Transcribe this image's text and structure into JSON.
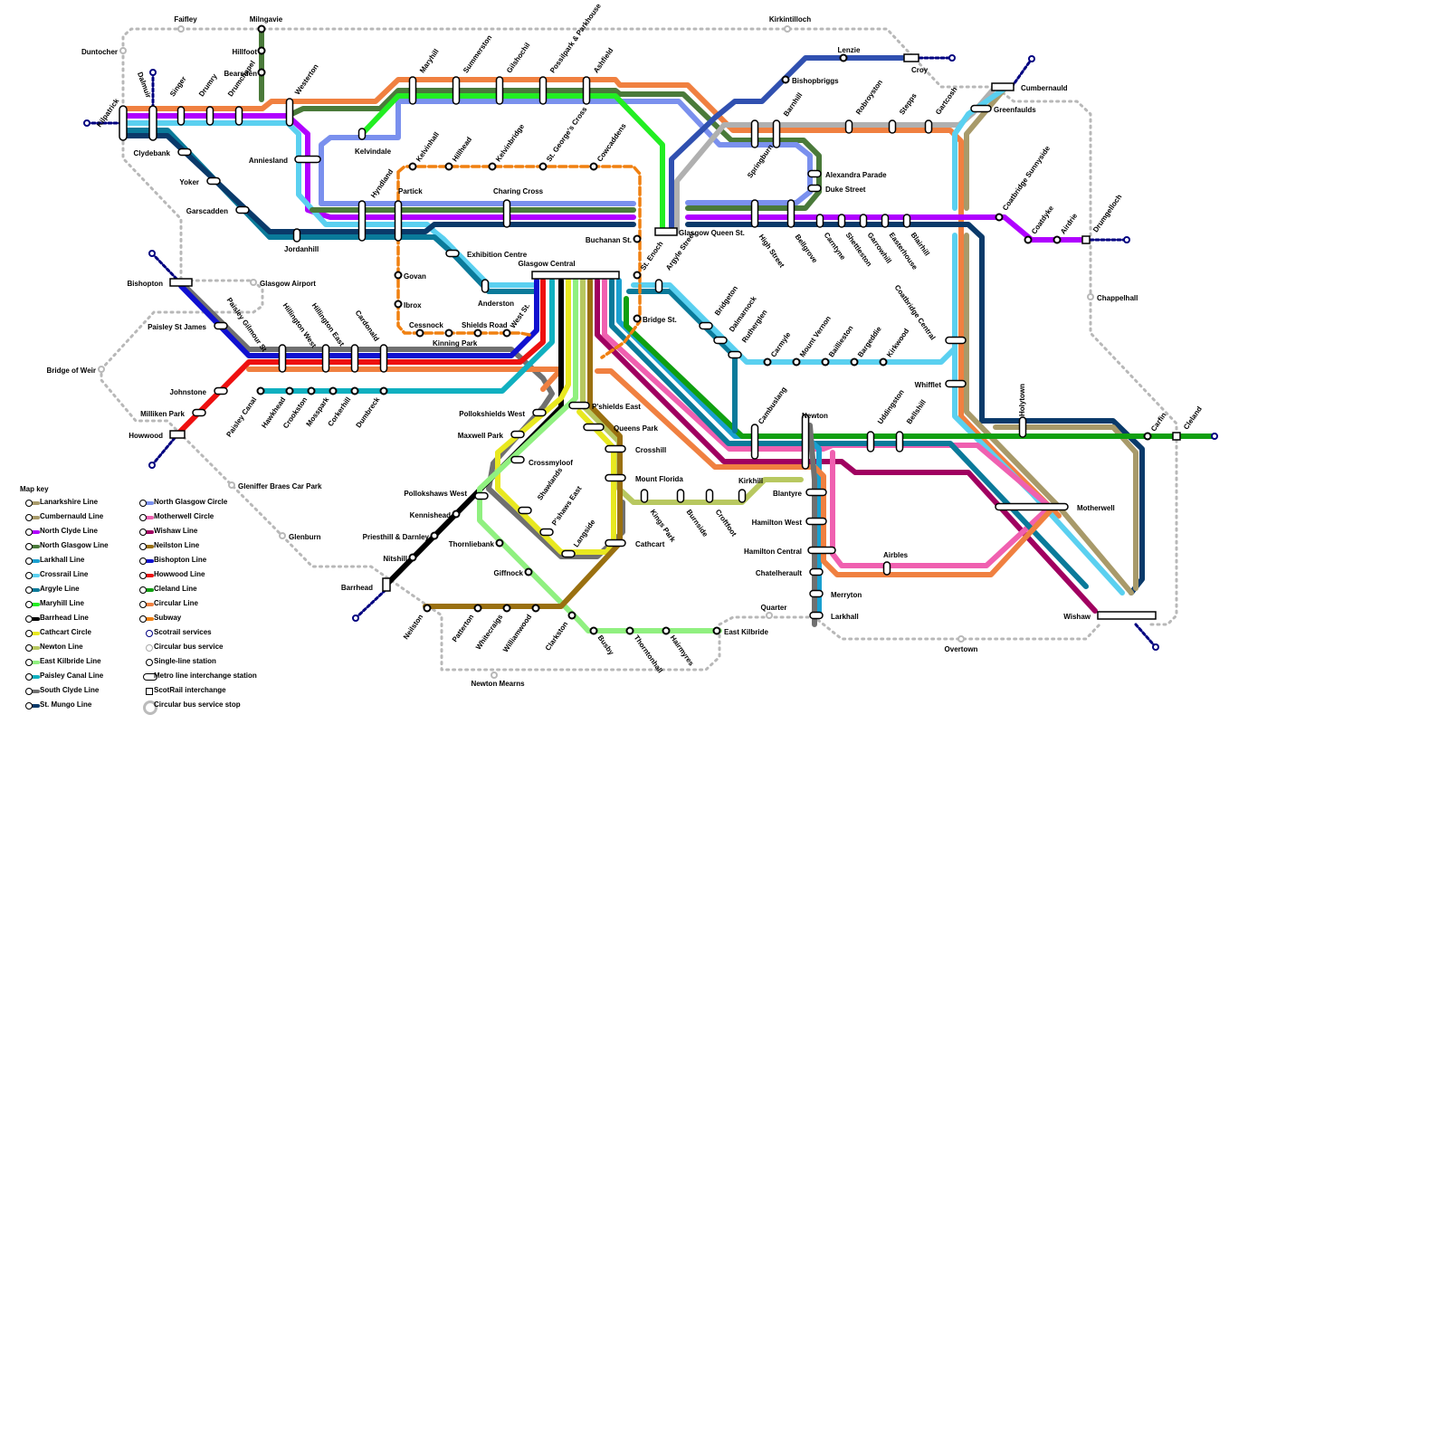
{
  "colors": {
    "lanarkshire": "#a89a6a",
    "cumbernauld": "#a89a6a",
    "north_clyde": "#b000ff",
    "north_glasgow": "#4a7a3a",
    "larkhall": "#1aa0d0",
    "crossrail": "#5ad0f0",
    "argyle": "#0a7a9a",
    "maryhill": "#22ee22",
    "barrhead": "#000000",
    "cathcart": "#e8e820",
    "newton": "#b8c860",
    "east_kilbride": "#90f080",
    "paisley_canal": "#10b0c0",
    "south_clyde": "#707070",
    "st_mungo": "#0a3a6a",
    "north_glasgow_circle": "#7a90ee",
    "motherwell_circle": "#f060b0",
    "wishaw": "#a00060",
    "neilston": "#9a7010",
    "bishopton": "#1010d0",
    "howwood": "#ee1010",
    "cleland": "#10a010",
    "circular": "#f08040",
    "subway": "#f08010",
    "scotrail": "#000080",
    "bus": "#b8b8b8",
    "springburn_grey": "#b0b0b0"
  },
  "stations": {
    "faifley": "Faifley",
    "milngavie": "Milngavie",
    "hillfoot": "Hillfoot",
    "bearsden": "Bearsden",
    "duntocher": "Duntocher",
    "kirkintilloch": "Kirkintilloch",
    "lenzie": "Lenzie",
    "croy": "Croy",
    "bishopbriggs": "Bishopbriggs",
    "cumbernauld": "Cumbernauld",
    "greenfaulds": "Greenfaulds",
    "kilpatrick": "Kilpatrick",
    "dalmuir": "Dalmuir",
    "singer": "Singer",
    "drumry": "Drumry",
    "drumchapel": "Drumchapel",
    "westerton": "Westerton",
    "maryhill": "Maryhill",
    "summerston": "Summerston",
    "gilshochil": "Gilshochil",
    "possilpark": "Possilpark & Parkhouse",
    "ashfield": "Ashfield",
    "robroyston": "Robroyston",
    "stepps": "Stepps",
    "gartcosh": "Gartcosh",
    "springburn": "Springburn",
    "barnhill": "Barnhill",
    "clydebank": "Clydebank",
    "yoker": "Yoker",
    "garscadden": "Garscadden",
    "anniesland": "Anniesland",
    "kelvindale": "Kelvindale",
    "kelvinhall": "Kelvinhall",
    "hillhead": "Hillhead",
    "kelvinbridge": "Kelvinbridge",
    "st_georges_cross": "St. George's Cross",
    "cowcaddens": "Cowcaddens",
    "alexandra_parade": "Alexandra Parade",
    "duke_street": "Duke Street",
    "hyndland": "Hyndland",
    "partick": "Partick",
    "charing_cross": "Charing Cross",
    "coatbridge_sunnyside": "Coatbridge Sunnyside",
    "coatdyke": "Coatdyke",
    "airdrie": "Airdrie",
    "drumgelloch": "Drumgelloch",
    "jordanhill": "Jordanhill",
    "buchanan_st": "Buchanan St.",
    "glasgow_queen_st": "Glasgow Queen St.",
    "high_street": "High Street",
    "bellgrove": "Bellgrove",
    "carntyne": "Carntyne",
    "shettleston": "Shettleston",
    "garrowhill": "Garrowhill",
    "easterhouse": "Easterhouse",
    "blairhill": "Blairhill",
    "exhibition_centre": "Exhibition Centre",
    "glasgow_central": "Glasgow Central",
    "st_enoch": "St. Enoch",
    "argyle_street": "Argyle Street",
    "chappelhall": "Chappelhall",
    "bishopton": "Bishopton",
    "glasgow_airport": "Glasgow Airport",
    "govan": "Govan",
    "anderston": "Anderston",
    "bridgeton": "Bridgeton",
    "dalmarnock": "Dalmarnock",
    "coatbridge_central": "Coatbridge Central",
    "paisley_st_james": "Paisley St James",
    "paisley_gilmour_st": "Paisley Gilmour St",
    "hillington_west": "Hillington West",
    "hillington_east": "Hillington East",
    "cardonald": "Cardonald",
    "ibrox": "Ibrox",
    "cessnock": "Cessnock",
    "shields_road": "Shields Road",
    "west_st": "West St.",
    "kinning_park": "Kinning Park",
    "bridge_st": "Bridge St.",
    "rutherglen": "Rutherglen",
    "carmyle": "Carmyle",
    "mount_vernon": "Mount Vernon",
    "baillieston": "Baillieston",
    "bargeddie": "Bargeddie",
    "kirkwood": "Kirkwood",
    "whifflet": "Whifflet",
    "holytown": "Holytown",
    "bridge_of_weir": "Bridge of Weir",
    "johnstone": "Johnstone",
    "paisley_canal": "Paisley Canal",
    "hawkhead": "Hawkhead",
    "crookston": "Crookston",
    "mosspark": "Mosspark",
    "corkerhill": "Corkerhill",
    "dumbreck": "Dumbreck",
    "pollokshields_west": "Pollokshields West",
    "pshields_east": "P'shields East",
    "cambuslang": "Cambuslang",
    "newton": "Newton",
    "uddingston": "Uddingston",
    "bellshill": "Bellshill",
    "carfin": "Carfin",
    "cleland": "Cleland",
    "milliken_park": "Milliken Park",
    "howwood": "Howwood",
    "maxwell_park": "Maxwell Park",
    "queens_park": "Queens Park",
    "crossmyloof": "Crossmyloof",
    "crosshill": "Crosshill",
    "motherwell": "Motherwell",
    "gleniffer": "Gleniffer Braes Car Park",
    "pollokshaws_west": "Pollokshaws West",
    "shawlands": "Shawlands",
    "mount_florida": "Mount Florida",
    "kirkhill": "Kirkhill",
    "blantyre": "Blantyre",
    "kennishead": "Kennishead",
    "pshaws_east": "P'shaws East",
    "kings_park": "Kings Park",
    "burnside": "Burnside",
    "croftfoot": "Croftfoot",
    "glenburn": "Glenburn",
    "priesthill": "Priesthill & Darnley",
    "hamilton_west": "Hamilton West",
    "thornliebank": "Thornliebank",
    "langside": "Langside",
    "cathcart": "Cathcart",
    "hamilton_central": "Hamilton Central",
    "airbles": "Airbles",
    "nitshill": "Nitshill",
    "giffnock": "Giffnock",
    "chatelherault": "Chatelherault",
    "barrhead": "Barrhead",
    "merryton": "Merryton",
    "wishaw": "Wishaw",
    "quarter": "Quarter",
    "neilston": "Neilston",
    "patterton": "Patterton",
    "whitecraigs": "Whitecraigs",
    "williamwood": "Williamwood",
    "clarkston": "Clarkston",
    "busby": "Busby",
    "thorntonhall": "Thorntonhall",
    "hairmyres": "Hairmyres",
    "east_kilbride": "East Kilbride",
    "larkhall": "Larkhall",
    "overtown": "Overtown",
    "newton_mearns": "Newton Mearns"
  },
  "legend": {
    "title": "Map key",
    "col1": [
      {
        "label": "Lanarkshire Line",
        "color": "#a89a6a"
      },
      {
        "label": "Cumbernauld Line",
        "color": "#a89a6a"
      },
      {
        "label": "North Clyde Line",
        "color": "#b000ff"
      },
      {
        "label": "North Glasgow Line",
        "color": "#4a7a3a"
      },
      {
        "label": "Larkhall Line",
        "color": "#1aa0d0"
      },
      {
        "label": "Crossrail Line",
        "color": "#5ad0f0"
      },
      {
        "label": "Argyle Line",
        "color": "#0a7a9a"
      },
      {
        "label": "Maryhill Line",
        "color": "#22ee22"
      },
      {
        "label": "Barrhead Line",
        "color": "#000000"
      },
      {
        "label": "Cathcart Circle",
        "color": "#e8e820"
      },
      {
        "label": "Newton Line",
        "color": "#b8c860"
      },
      {
        "label": "East Kilbride Line",
        "color": "#90f080"
      },
      {
        "label": "Paisley Canal Line",
        "color": "#10b0c0"
      },
      {
        "label": "South Clyde Line",
        "color": "#707070"
      },
      {
        "label": "St. Mungo Line",
        "color": "#0a3a6a"
      }
    ],
    "col2": [
      {
        "label": "North Glasgow Circle",
        "color": "#7a90ee",
        "kind": "line"
      },
      {
        "label": "Motherwell Circle",
        "color": "#f060b0",
        "kind": "line"
      },
      {
        "label": "Wishaw Line",
        "color": "#a00060",
        "kind": "line"
      },
      {
        "label": "Neilston Line",
        "color": "#9a7010",
        "kind": "line"
      },
      {
        "label": "Bishopton Line",
        "color": "#1010d0",
        "kind": "line"
      },
      {
        "label": "Howwood Line",
        "color": "#ee1010",
        "kind": "line"
      },
      {
        "label": "Cleland Line",
        "color": "#10a010",
        "kind": "line"
      },
      {
        "label": "Circular Line",
        "color": "#f08040",
        "kind": "line"
      },
      {
        "label": "Subway",
        "color": "#f08010",
        "kind": "line"
      },
      {
        "label": "Scotrail services",
        "color": "#000080",
        "kind": "scotrail"
      },
      {
        "label": "Circular bus service",
        "color": "#b8b8b8",
        "kind": "bus"
      },
      {
        "label": "Single-line station",
        "color": "#000000",
        "kind": "single"
      },
      {
        "label": "Metro line interchange station",
        "color": "#000000",
        "kind": "pill"
      },
      {
        "label": "ScotRail interchange",
        "color": "#000000",
        "kind": "square"
      },
      {
        "label": "Circular bus service stop",
        "color": "#b8b8b8",
        "kind": "busstop"
      }
    ]
  }
}
